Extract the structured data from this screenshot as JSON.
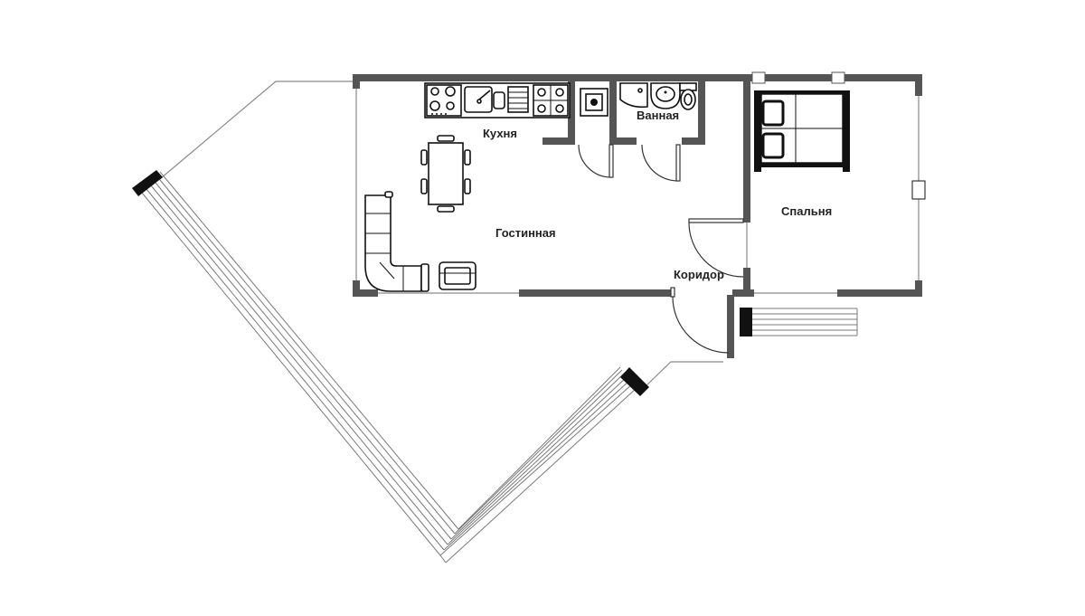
{
  "rooms": {
    "kitchen": "Кухня",
    "bathroom": "Ванная",
    "bedroom": "Спальня",
    "living_room": "Гостинная",
    "corridor": "Коридор"
  },
  "colors": {
    "wall": "#555555",
    "outline": "#111111",
    "thin_line": "#8a8a8a",
    "background": "#ffffff",
    "label": "#222222"
  }
}
